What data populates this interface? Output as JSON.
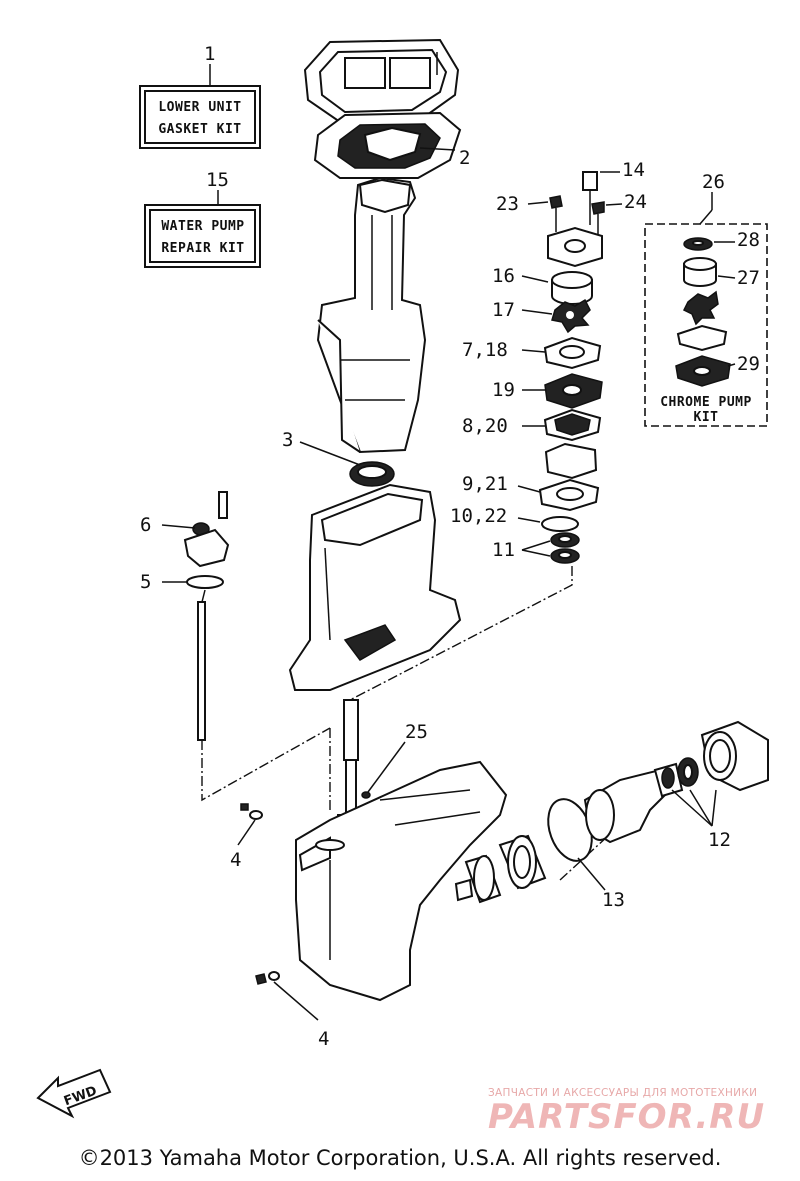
{
  "kits": {
    "lower_unit": {
      "number": "1",
      "line1": "LOWER UNIT",
      "line2": "GASKET KIT"
    },
    "water_pump": {
      "number": "15",
      "line1": "WATER PUMP",
      "line2": "REPAIR KIT"
    },
    "chrome_pump": {
      "number": "26",
      "line1": "CHROME PUMP",
      "line2": "KIT"
    }
  },
  "callouts": {
    "c2": "2",
    "c3": "3",
    "c4a": "4",
    "c4b": "4",
    "c5": "5",
    "c6": "6",
    "c7_18": "7,18",
    "c8_20": "8,20",
    "c9_21": "9,21",
    "c10_22": "10,22",
    "c11": "11",
    "c12": "12",
    "c13": "13",
    "c14": "14",
    "c16": "16",
    "c17": "17",
    "c19": "19",
    "c23": "23",
    "c24": "24",
    "c25": "25",
    "c27": "27",
    "c28": "28",
    "c29": "29"
  },
  "fwd_label": "FWD",
  "watermark": {
    "tagline": "ЗАПЧАСТИ И АКСЕССУАРЫ ДЛЯ МОТОТЕХНИКИ",
    "brand": "PARTSFOR.RU"
  },
  "copyright": "©2013 Yamaha Motor Corporation, U.S.A. All rights reserved."
}
